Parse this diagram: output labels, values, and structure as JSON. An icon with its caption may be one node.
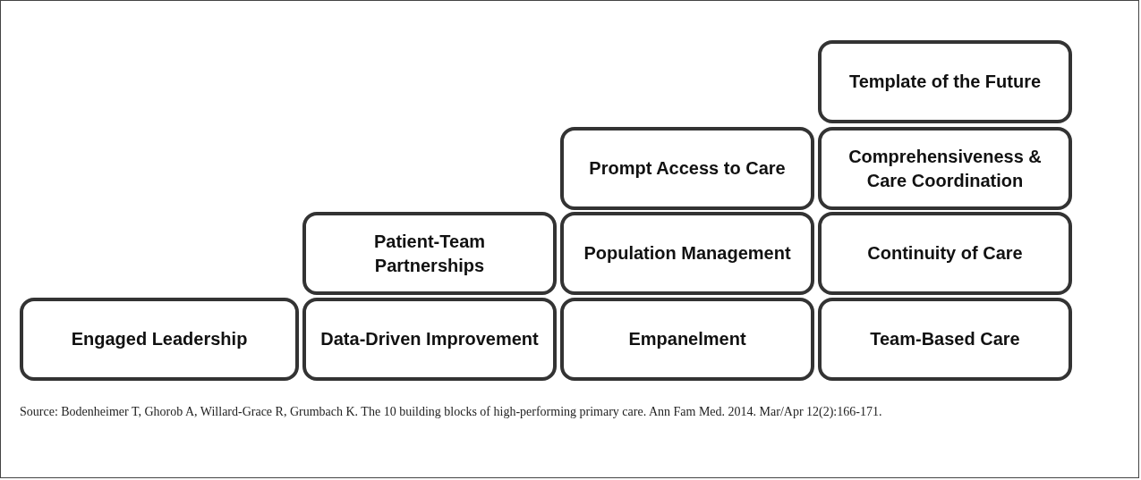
{
  "diagram": {
    "caption": "Source: Bodenheimer T, Ghorob A, Willard-Grace R, Grumbach K. The 10 building blocks of high-performing primary care. Ann Fam Med. 2014. Mar/Apr 12(2):166-171.",
    "nodes": [
      {
        "text": [
          "Template of the Future"
        ]
      },
      {
        "text": [
          "Prompt Access to Care"
        ]
      },
      {
        "text": [
          "Comprehensiveness & Care Coordination"
        ]
      },
      {
        "text": [
          "Patient-Team Partnerships"
        ]
      },
      {
        "text": [
          "Population Management"
        ]
      },
      {
        "text": [
          "Continuity of Care"
        ]
      },
      {
        "text": [
          "Engaged Leadership"
        ]
      },
      {
        "text": [
          "Data-Driven Improvement"
        ]
      },
      {
        "text": [
          "Empanelment"
        ]
      },
      {
        "text": [
          "Team-Based Care"
        ]
      }
    ]
  }
}
